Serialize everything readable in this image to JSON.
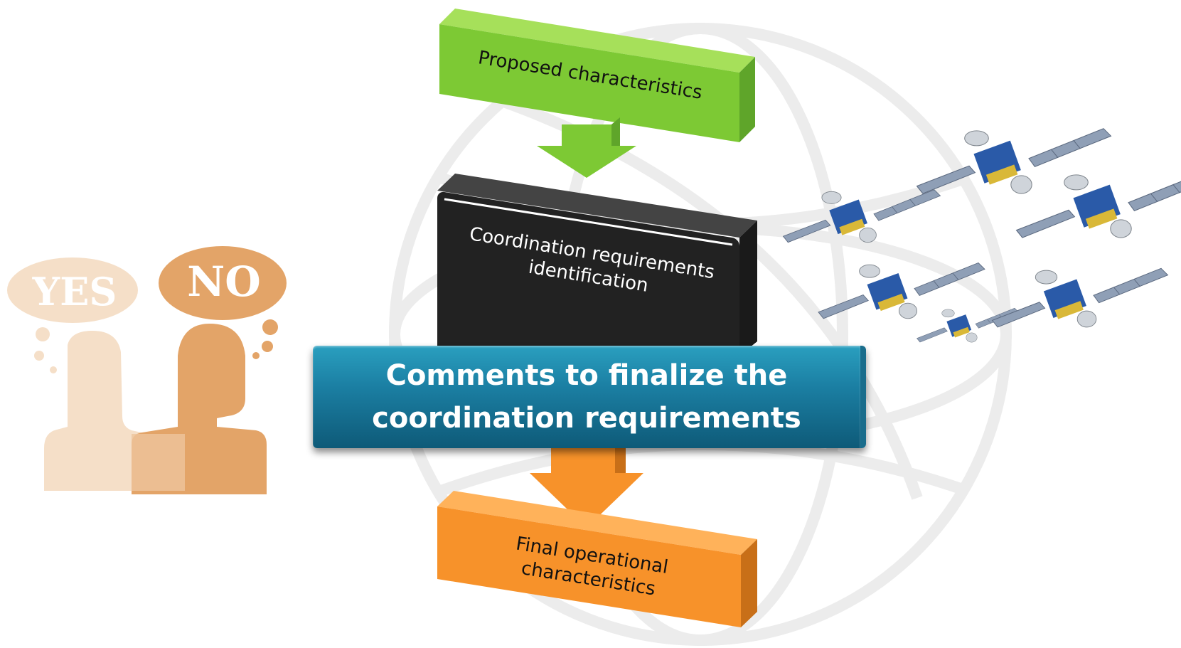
{
  "flow": {
    "proposed": "Proposed characteristics",
    "coordination_line1": "Coordination requirements",
    "coordination_line2": "identification",
    "comments_line1": "Comments to finalize the",
    "comments_line2": "coordination requirements",
    "final_line1": "Final operational",
    "final_line2": "characteristics"
  },
  "bubbles": {
    "yes": "YES",
    "no": "NO"
  },
  "colors": {
    "green": "#7dc934",
    "black": "#222222",
    "teal": "#1b7fa3",
    "orange": "#f7922a",
    "yes_color": "#f5dfc8",
    "no_color": "#e3a468",
    "globe": "#eeeeee"
  },
  "icons": [
    "globe-icon",
    "yes-no-people-icon",
    "satellite-icon"
  ]
}
